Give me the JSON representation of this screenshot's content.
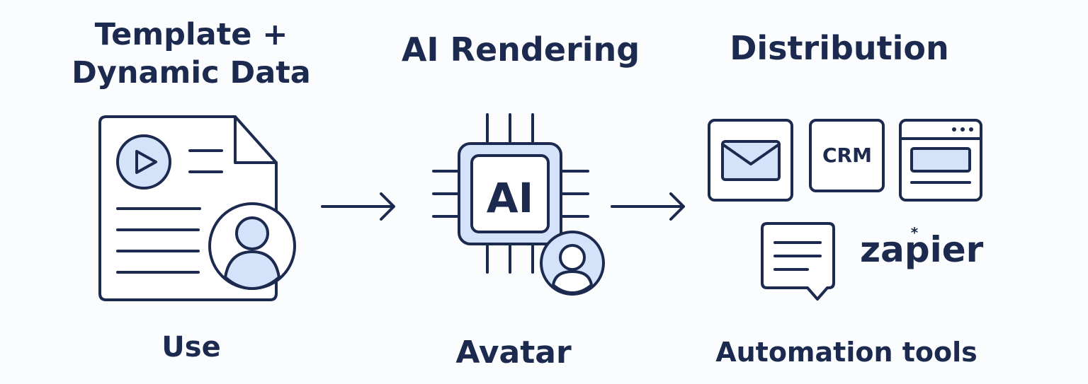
{
  "steps": [
    {
      "title_line1": "Template +",
      "title_line2": "Dynamic Data",
      "caption": "Use"
    },
    {
      "title": "AI Rendering",
      "chip_label": "AI",
      "caption": "Avatar"
    },
    {
      "title": "Distribution",
      "crm_label": "CRM",
      "zapier_label": "zapier",
      "caption": "Automation tools"
    }
  ],
  "colors": {
    "ink": "#1b2a4e",
    "accent_fill": "#d5e3fa",
    "background": "#fbfcfe"
  },
  "icons": [
    "document-icon",
    "play-icon",
    "user-avatar-icon",
    "arrow-right-icon",
    "ai-chip-icon",
    "email-icon",
    "crm-icon",
    "browser-window-icon",
    "chat-bubble-icon",
    "zapier-logo"
  ]
}
